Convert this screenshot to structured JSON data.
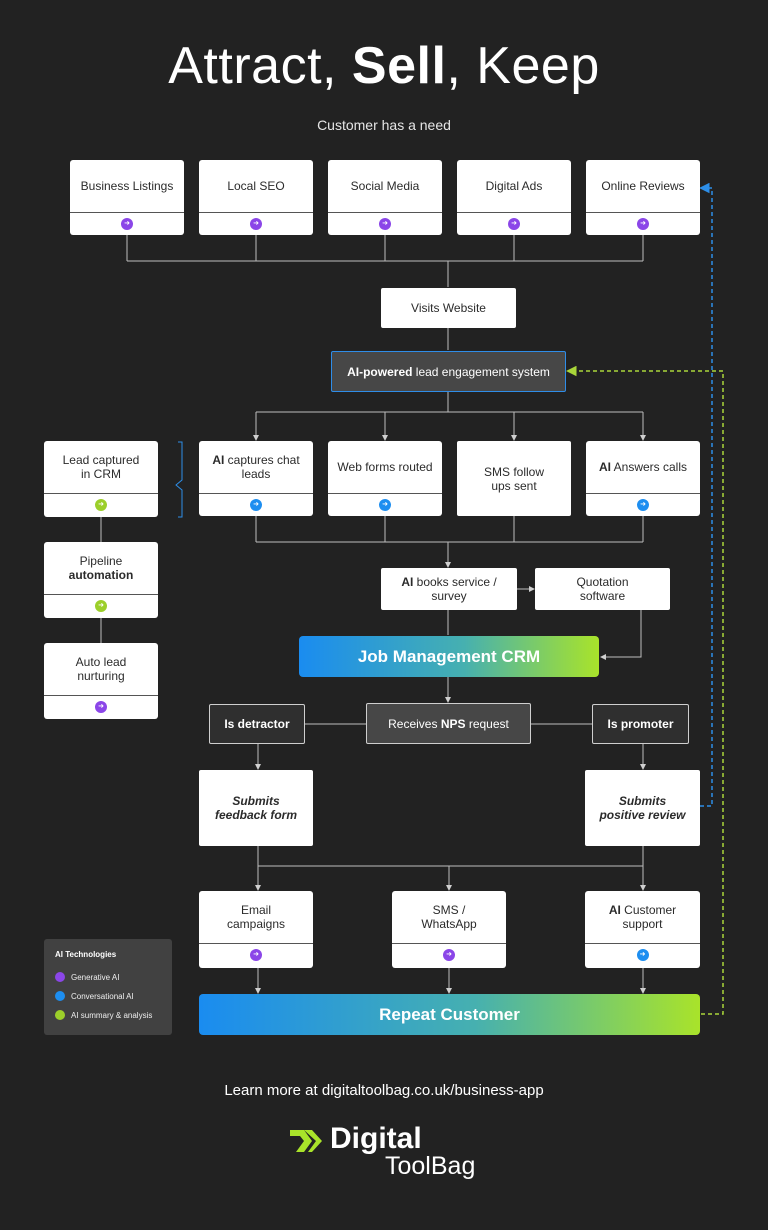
{
  "header": {
    "title_part1": "Attract, ",
    "title_part2": "Sell",
    "title_part3": ", Keep",
    "subtitle": "Customer has a need"
  },
  "sources": [
    {
      "label": "Business Listings",
      "tech": "generative"
    },
    {
      "label": "Local SEO",
      "tech": "generative"
    },
    {
      "label": "Social Media",
      "tech": "generative"
    },
    {
      "label": "Digital Ads",
      "tech": "generative"
    },
    {
      "label": "Online Reviews",
      "tech": "generative"
    }
  ],
  "visits_website": "Visits Website",
  "engagement": {
    "bold": "AI-powered",
    "rest": " lead engagement system"
  },
  "engagement_channels": [
    {
      "bold": "AI",
      "rest": " captures chat leads",
      "tech": "conversational"
    },
    {
      "bold": "",
      "rest": "Web forms routed",
      "tech": "conversational"
    },
    {
      "bold": "",
      "rest": "SMS follow ups sent",
      "tech": "none"
    },
    {
      "bold": "AI",
      "rest": " Answers calls",
      "tech": "conversational"
    }
  ],
  "crm_side": [
    {
      "text": "Lead captured in CRM",
      "bold": "",
      "tech": "summary"
    },
    {
      "text": "Pipeline",
      "bold": "automation",
      "tech": "summary"
    },
    {
      "text": "Auto lead nurturing",
      "bold": "",
      "tech": "generative"
    }
  ],
  "booking": {
    "bold": "AI",
    "rest": " books service / survey"
  },
  "quotation": "Quotation software",
  "job_crm": "Job Management CRM",
  "nps": {
    "prefix": "Receives ",
    "bold": "NPS",
    "suffix": " request"
  },
  "detractor": "Is detractor",
  "promoter": "Is promoter",
  "feedback_form": "Submits feedback form",
  "positive_review": "Submits positive review",
  "retention_channels": [
    {
      "bold": "",
      "rest": "Email campaigns",
      "tech": "generative"
    },
    {
      "bold": "",
      "rest": "SMS / WhatsApp",
      "tech": "generative"
    },
    {
      "bold": "AI",
      "rest": " Customer support",
      "tech": "conversational"
    }
  ],
  "repeat_customer": "Repeat Customer",
  "legend": {
    "title": "AI Technologies",
    "items": [
      {
        "label": "Generative AI",
        "color": "#8b46e8"
      },
      {
        "label": "Conversational AI",
        "color": "#1d8ef0"
      },
      {
        "label": "AI summary & analysis",
        "color": "#9ccf2a"
      }
    ]
  },
  "footer": "Learn more at digitaltoolbag.co.uk/business-app",
  "logo": {
    "word1": "Digital",
    "word2": "ToolBag"
  },
  "colors": {
    "background": "#222222",
    "generative": "#8b46e8",
    "conversational": "#1d8ef0",
    "summary": "#9ccf2a",
    "gradient_start": "#1a8cf0",
    "gradient_end": "#a9e32a"
  }
}
